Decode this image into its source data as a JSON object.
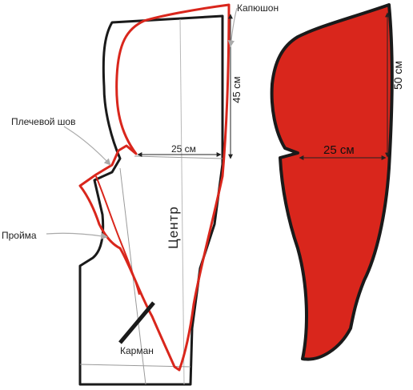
{
  "labels": {
    "hood": "Капюшон",
    "height_45": "45 см",
    "width_25_left": "25 см",
    "shoulder_seam": "Плечевой шов",
    "armhole": "Пройма",
    "center": "Центр",
    "pocket": "Карман",
    "height_50": "50 см",
    "width_25_right": "25 см"
  },
  "colors": {
    "outline": "#1a1a1a",
    "hood_red": "#d9261c",
    "guide": "#9a9a9a",
    "arrow": "#222222"
  }
}
